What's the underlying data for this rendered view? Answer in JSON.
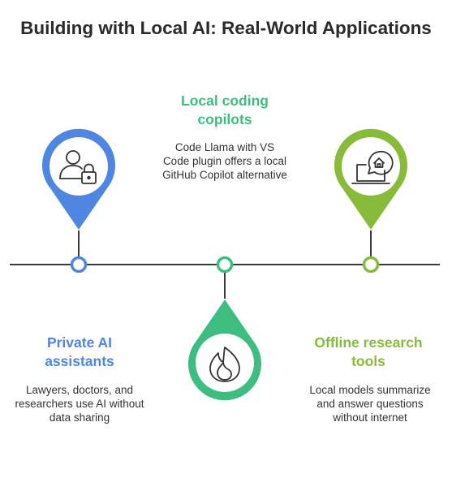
{
  "title": "Building with Local AI: Real-World Applications",
  "colors": {
    "blue": "#4f86e2",
    "green": "#3dbe80",
    "lime": "#89bb3a",
    "line": "#3a3a3a"
  },
  "milestones": [
    {
      "heading": "Private AI assistants",
      "description": "Lawyers, doctors, and researchers use AI without data sharing",
      "icon": "user-lock-icon",
      "color": "#4f86e2"
    },
    {
      "heading": "Local coding copilots",
      "description": "Code Llama with VS Code plugin offers a local GitHub Copilot alternative",
      "icon": "fire-icon",
      "color": "#3dbe80"
    },
    {
      "heading": "Offline research tools",
      "description": "Local models summarize and answer questions without internet",
      "icon": "laptop-home-chat-icon",
      "color": "#89bb3a"
    }
  ]
}
